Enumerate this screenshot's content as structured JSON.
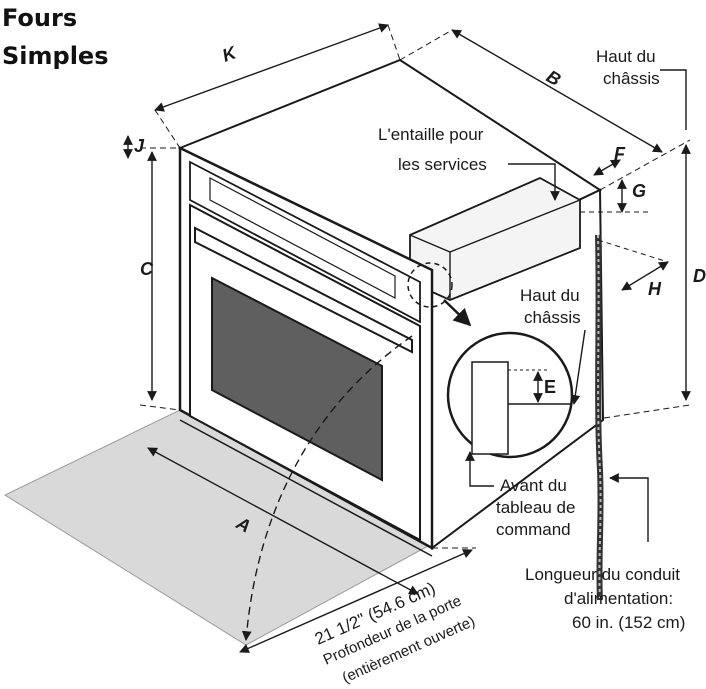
{
  "title_lines": [
    "Fours",
    "Simples"
  ],
  "callouts": {
    "haut_chassis_top": [
      "Haut du",
      "châssis"
    ],
    "entaille": [
      "L'entaille pour",
      "les services"
    ],
    "haut_chassis_mid": [
      "Haut du",
      "châssis"
    ],
    "avant_tableau": [
      "Avant du",
      "tableau de",
      "command"
    ],
    "conduit": [
      "Longueur du conduit",
      "d'alimentation:",
      "60 in. (152 cm)"
    ]
  },
  "dimensions": {
    "A": "A",
    "B": "B",
    "C": "C",
    "D": "D",
    "E": "E",
    "F": "F",
    "G": "G",
    "H": "H",
    "J": "J",
    "K": "K"
  },
  "door_depth": {
    "measure": "21 1/2\" (54.6 cm)",
    "caption_line1": "Profondeur de la porte",
    "caption_line2": "(entièrement ouverte)"
  }
}
